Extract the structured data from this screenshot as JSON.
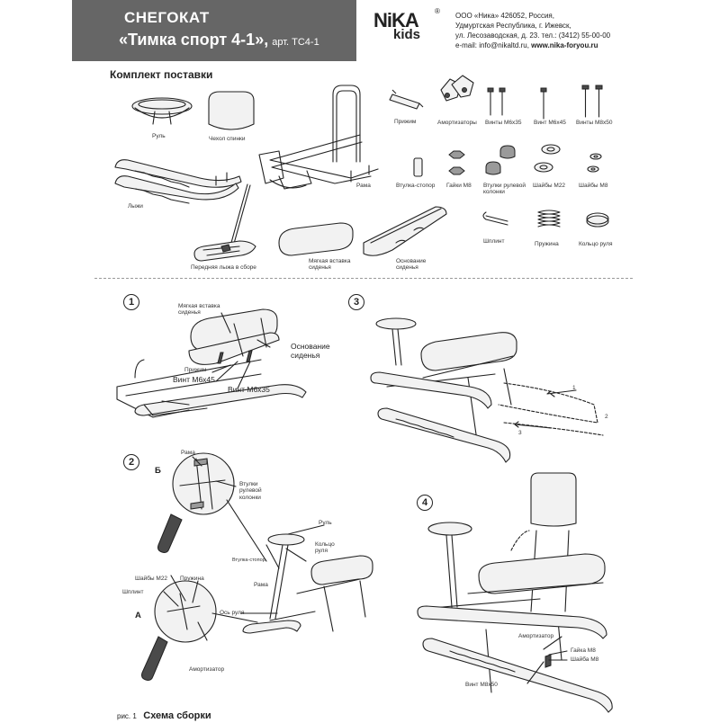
{
  "header": {
    "title_line1": "СНЕГОКАТ",
    "title_line2": "«Тимка спорт 4-1»,",
    "article": "арт. ТС4-1",
    "logo_top": "NiKA",
    "logo_bottom": "kids",
    "logo_reg": "®",
    "contact": {
      "line1": "ООО «Ника» 426052, Россия,",
      "line2": "Удмуртская Республика, г. Ижевск,",
      "line3": "ул. Лесозаводская, д. 23. тел.: (3412) 55-00-00",
      "line4_prefix": "e-mail: info@nikaltd.ru,",
      "line4_site": "www.nika-foryou.ru"
    }
  },
  "kit": {
    "heading": "Комплект поставки",
    "items": {
      "wheel": "Руль",
      "back_cover": "Чехол спинки",
      "frame": "Рама",
      "skis": "Лыжи",
      "front_ski": "Передняя лыжа в сборе",
      "soft_seat_1": "Мягкая вставка",
      "soft_seat_2": "сиденья",
      "seat_base_1": "Основание",
      "seat_base_2": "сиденья",
      "clamp": "Прижим",
      "shock": "Амортизаторы",
      "screw_m6x35": "Винты М6х35",
      "screw_m6x45": "Винт М6х45",
      "screw_m8x50": "Винты М8х50",
      "bushing_stop": "Втулка-стопор",
      "nuts_m8": "Гайки М8",
      "bushings_col_1": "Втулки рулевой",
      "bushings_col_2": "колонки",
      "washers_m22": "Шайбы М22",
      "washers_m8": "Шайбы М8",
      "cotter": "Шплинт",
      "spring": "Пружина",
      "wheel_ring": "Кольцо руля"
    }
  },
  "steps": {
    "s1": {
      "num": "1",
      "soft_1": "Мягкая вставка",
      "soft_2": "сиденья",
      "base_1": "Основание",
      "base_2": "сиденья",
      "clamp": "Прижим",
      "screw45": "Винт М6х45",
      "screw35": "Винт М6х35"
    },
    "s2": {
      "num": "2",
      "frame": "Рама",
      "b_letter": "Б",
      "bush_1": "Втулки",
      "bush_2": "рулевой",
      "bush_3": "колонки",
      "wheel": "Руль",
      "ring_1": "Кольцо",
      "ring_2": "руля",
      "stop": "Втулка-стопор",
      "frame2": "Рама",
      "washers": "Шайбы М22",
      "spring": "Пружина",
      "cotter": "Шплинт",
      "a_letter": "А",
      "axis": "Ось руля",
      "shock": "Амортизатор"
    },
    "s3": {
      "num": "3",
      "arrow1": "1",
      "arrow2": "2",
      "arrow3": "3"
    },
    "s4": {
      "num": "4",
      "shock": "Амортизатор",
      "nut": "Гайка М8",
      "washer": "Шайба М8",
      "screw": "Винт М8х50"
    }
  },
  "footer": {
    "fig": "рис. 1",
    "caption": "Схема сборки"
  }
}
